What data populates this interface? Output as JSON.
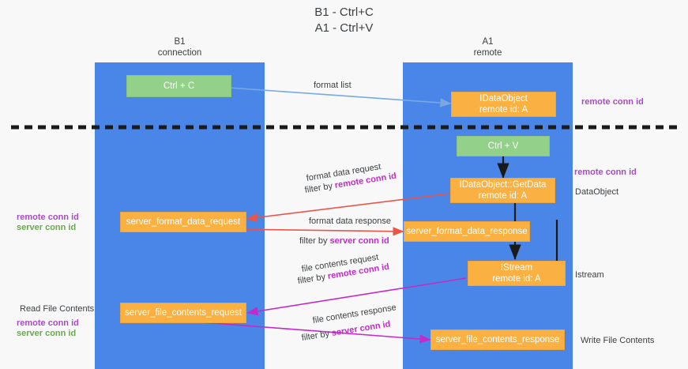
{
  "title": "B1 - Ctrl+C\nA1 - Ctrl+V",
  "lanes": [
    {
      "name": "b1",
      "label": "B1\nconnection",
      "color": "#4a86e8"
    },
    {
      "name": "a1",
      "label": "A1\nremote",
      "color": "#4a86e8"
    }
  ],
  "nodes": {
    "ctrl_c": "Ctrl + C",
    "ctrl_v": "Ctrl + V",
    "idataobject": "IDataObject\nremote id: A",
    "getdata": "IDataObject::GetData\nremote id: A",
    "istream": "IStream\nremote id: A",
    "server_format_data_request": "server_format_data_request",
    "server_format_data_response": "server_format_data_response",
    "server_file_contents_request": "server_file_contents_request",
    "server_file_contents_response": "server_file_contents_response"
  },
  "edges": {
    "format_list": "format list",
    "format_data_request": "format data request",
    "format_data_request_filter_prefix": "filter by ",
    "format_data_request_filter_key": "remote conn id",
    "format_data_response": "format data response",
    "format_data_response_filter_prefix": "filter by ",
    "format_data_response_filter_key": "server conn id",
    "file_contents_request": "file contents request",
    "file_contents_request_filter_prefix": "filter by ",
    "file_contents_request_filter_key": "remote conn id",
    "file_contents_response": "file contents response",
    "file_contents_response_filter_prefix": "filter by ",
    "file_contents_response_filter_key": "server conn id"
  },
  "annotations": {
    "right_remote_conn_id_top": "remote conn id",
    "right_remote_conn_id_mid": "remote conn id",
    "right_dataobject": "DataObject",
    "right_istream": "Istream",
    "right_write_file_contents": "Write File Contents",
    "left_remote_conn_id": "remote conn id",
    "left_server_conn_id": "server conn id",
    "left_read_file_contents": "Read File Contents",
    "left_remote_conn_id_2": "remote conn id",
    "left_server_conn_id_2": "server conn id"
  },
  "colors": {
    "lane": "#4a86e8",
    "node_green": "#93d18b",
    "node_orange": "#fbb042",
    "arrow_blue": "#7aa9e0",
    "arrow_red": "#e8564a",
    "arrow_magenta": "#c32bc9",
    "arrow_black": "#1a1a1a",
    "divider": "#1a1a1a",
    "key_purple": "#a64dbf",
    "key_green": "#6aa84f"
  }
}
